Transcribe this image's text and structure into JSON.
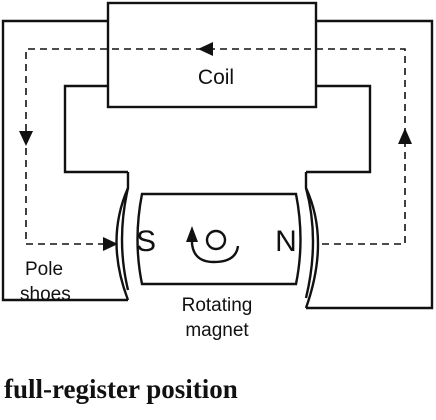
{
  "diagram": {
    "coil_label": "Coil",
    "pole_south": "S",
    "pole_north": "N",
    "pole_shoes_line1": "Pole",
    "pole_shoes_line2": "shoes",
    "rotating_magnet_line1": "Rotating",
    "rotating_magnet_line2": "magnet"
  },
  "caption": "full-register position"
}
